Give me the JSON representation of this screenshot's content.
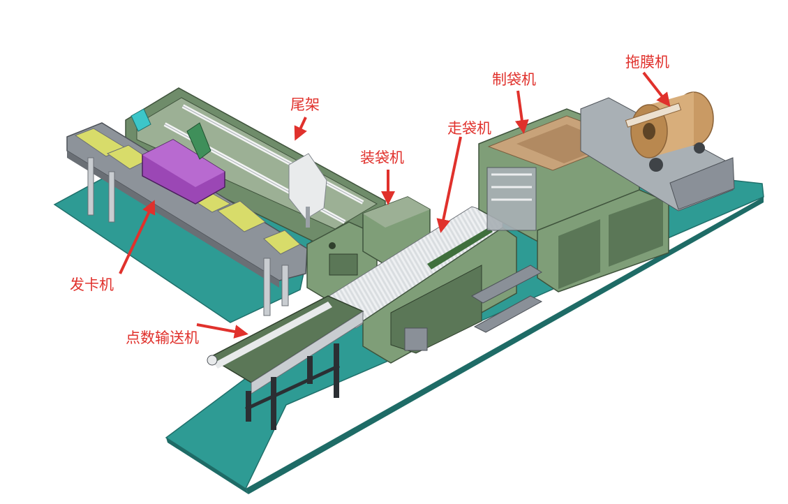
{
  "labels": {
    "tail_rack": "尾架",
    "bag_loader": "装袋机",
    "bag_walker": "走袋机",
    "bag_maker": "制袋机",
    "film_puller": "拖膜机",
    "card_dispenser": "发卡机",
    "count_conveyor": "点数输送机"
  },
  "colors": {
    "floor": "#2e9b94",
    "machine_green": "#7f9e78",
    "machine_dark": "#5b7757",
    "frame_grey": "#8a9098",
    "belt_yellow": "#d8dc6a",
    "hopper_purple": "#9b47b5",
    "film_roll": "#c99a64",
    "callout_red": "#e0312c"
  }
}
